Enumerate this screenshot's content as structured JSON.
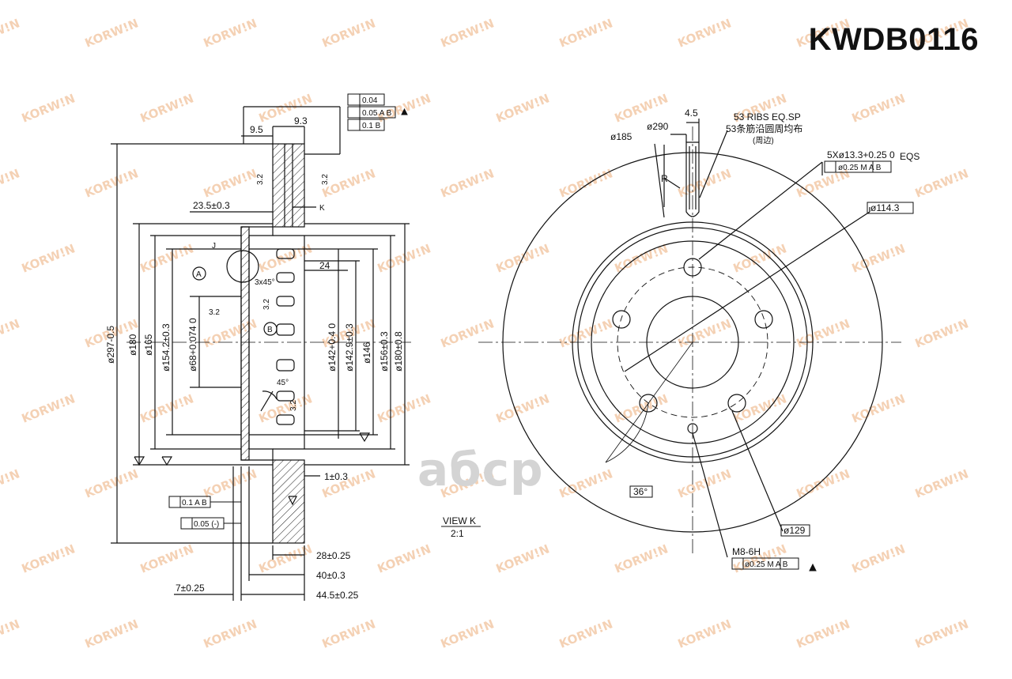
{
  "part_number": "KWDB0116",
  "watermark_brand": "KORW!N",
  "watermark_center": "aбcp",
  "side_view": {
    "dims": {
      "top_95": "9.5",
      "top_93": "9.3",
      "d23_5": "23.5±0.3",
      "k_label": "K",
      "d24": "24",
      "d297": "ø297-0.5",
      "d180": "ø180",
      "d165": "ø165",
      "d154": "ø154.2±0.3",
      "d68": "ø68+0.074 0",
      "d142_2": "ø142+0.4 0",
      "d142_9": "ø142.9±0.3",
      "d146": "ø146",
      "d156": "ø156±0.3",
      "d180_8": "ø180±0.8",
      "chamfer": "3x45°",
      "angle45": "45°",
      "rough_a": "3.2",
      "rough_b": "3.2",
      "rough_c": "3.2",
      "rough_d": "3.2",
      "rough_e": "3.2",
      "d1": "1±0.3",
      "d28": "28±0.25",
      "d40": "40±0.3",
      "d7": "7±0.25",
      "d44_5": "44.5±0.25",
      "datum_a": "A",
      "datum_b": "B",
      "j_label": "J"
    },
    "tolerance_top": [
      "0.04",
      "0.05 A B",
      "0.1 B"
    ],
    "tolerance_side": [
      "0.1 A B",
      "0.05 (-)"
    ]
  },
  "view_k": {
    "title": "VIEW  K",
    "scale": "2:1"
  },
  "front_view": {
    "dims": {
      "d45": "4.5",
      "d290": "ø290",
      "d185": "ø185",
      "ribs_en": "53  RIBS  EQ.SP",
      "ribs_cn": "53条筋沿圆周均布",
      "ribs_cn2": "(周边)",
      "r_label": "R",
      "holes": "5Xø13.3+0.25 0",
      "eqs": "EQS",
      "holes_tol": "ø0.25 M A B",
      "d114": "ø114.3",
      "angle36": "36°",
      "d129": "ø129",
      "thread": "M8-6H",
      "thread_tol": "ø0.25 M A B"
    }
  }
}
